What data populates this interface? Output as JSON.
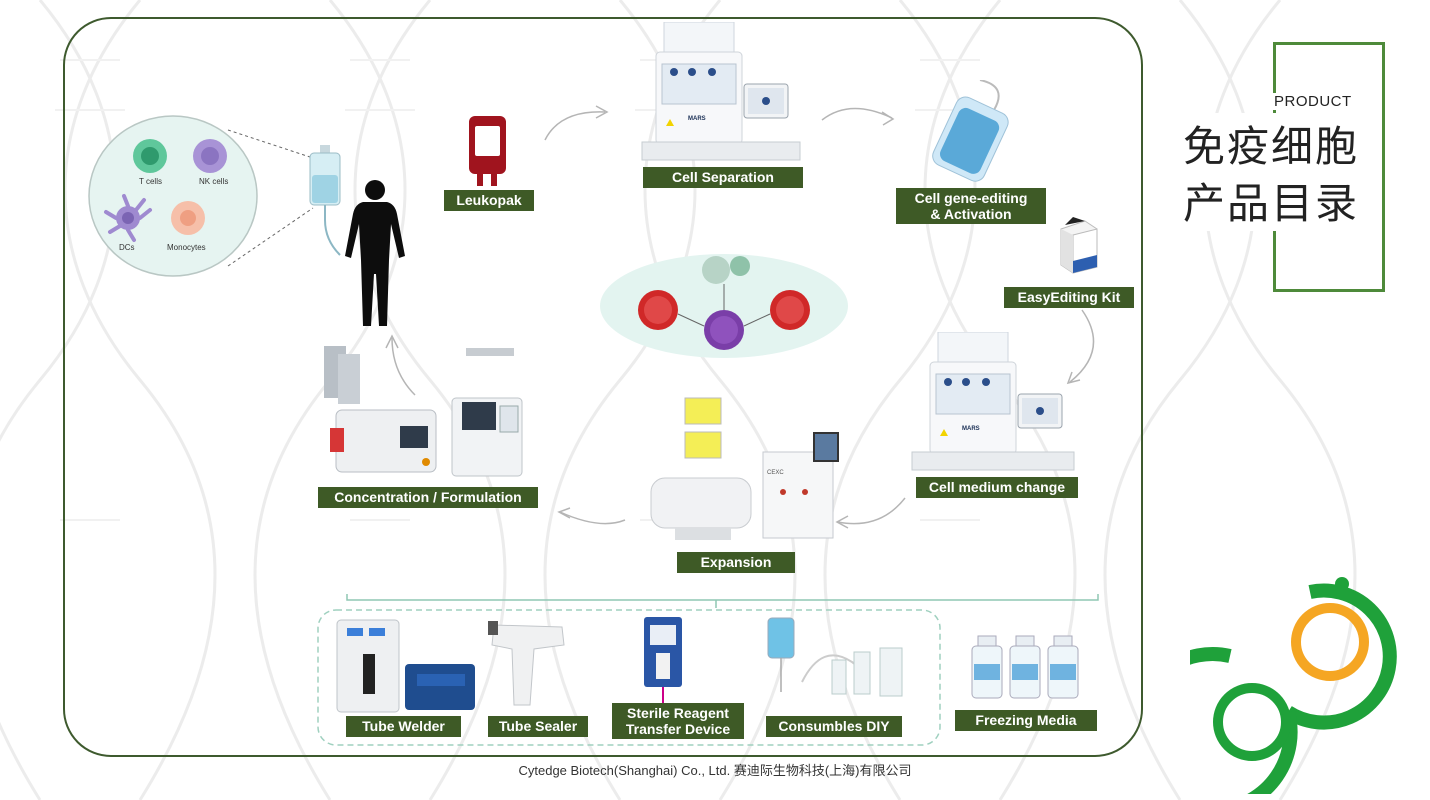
{
  "catalog": {
    "eng": "PRODUCT",
    "cn_line1": "免疫细胞",
    "cn_line2": "产品目录"
  },
  "cells": {
    "t_cells": "T cells",
    "nk_cells": "NK cells",
    "dcs": "DCs",
    "monocytes": "Monocytes"
  },
  "steps": {
    "leukopak": "Leukopak",
    "cell_separation": "Cell Separation",
    "gene_editing_line1": "Cell gene-editing",
    "gene_editing_line2": "& Activation",
    "easyediting_kit": "EasyEditing Kit",
    "medium_change": "Cell medium change",
    "expansion": "Expansion",
    "concentration": "Concentration / Formulation"
  },
  "devices": {
    "mars_label": "MARS",
    "cexc_label": "CEXC"
  },
  "consumables": {
    "tube_welder": "Tube Welder",
    "tube_sealer": "Tube Sealer",
    "sterile_line1": "Sterile Reagent",
    "sterile_line2": "Transfer Device",
    "consumables_diy": "Consumbles DIY",
    "freezing_media": "Freezing Media"
  },
  "footer": "Cytedge Biotech(Shanghai) Co., Ltd. 赛迪际生物科技(上海)有限公司",
  "colors": {
    "label_bg": "#3e5a26",
    "brand_green": "#1fa13a",
    "brand_orange": "#f5a623"
  }
}
